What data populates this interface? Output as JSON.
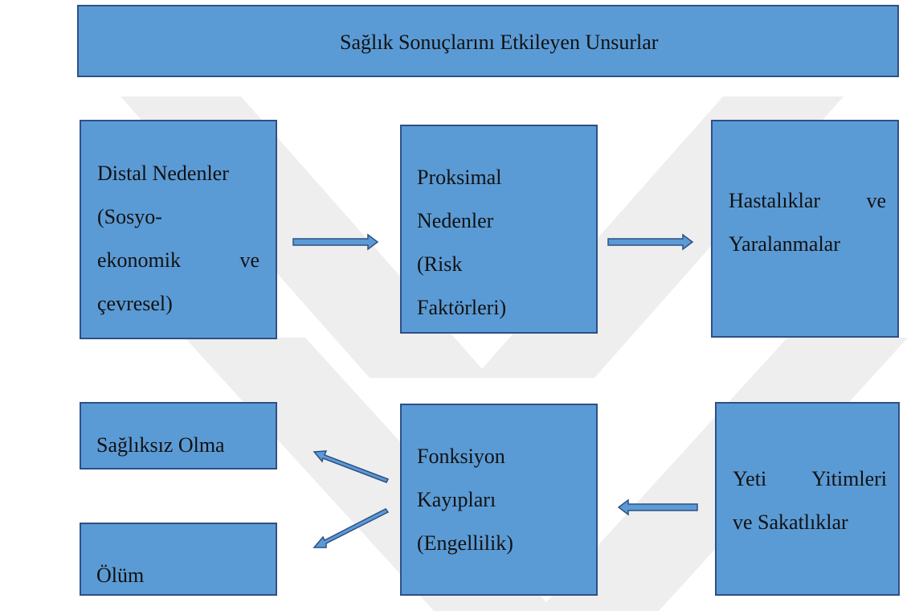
{
  "title": "Sağlık Sonuçlarını Etkileyen Unsurlar",
  "boxes": {
    "distal": [
      "Distal Nedenler",
      "(Sosyo-",
      "ekonomik ve",
      "çevresel)"
    ],
    "proksimal": [
      "Proksimal",
      "Nedenler",
      "(Risk",
      "Faktörleri)"
    ],
    "hastaliklar": [
      "Hastalıklar ve",
      "Yaralanmalar"
    ],
    "sagliksiz": "Sağlıksız Olma",
    "olum": "Ölüm",
    "fonksiyon": [
      "Fonksiyon",
      "Kayıpları",
      "(Engellilik)"
    ],
    "yeti": [
      "Yeti Yitimleri",
      "ve Sakatlıklar"
    ]
  },
  "colors": {
    "box_fill": "#5b9bd5",
    "box_border": "#2f4f86",
    "arrow_fill": "#5b9bd5",
    "arrow_stroke": "#2f4f86"
  }
}
